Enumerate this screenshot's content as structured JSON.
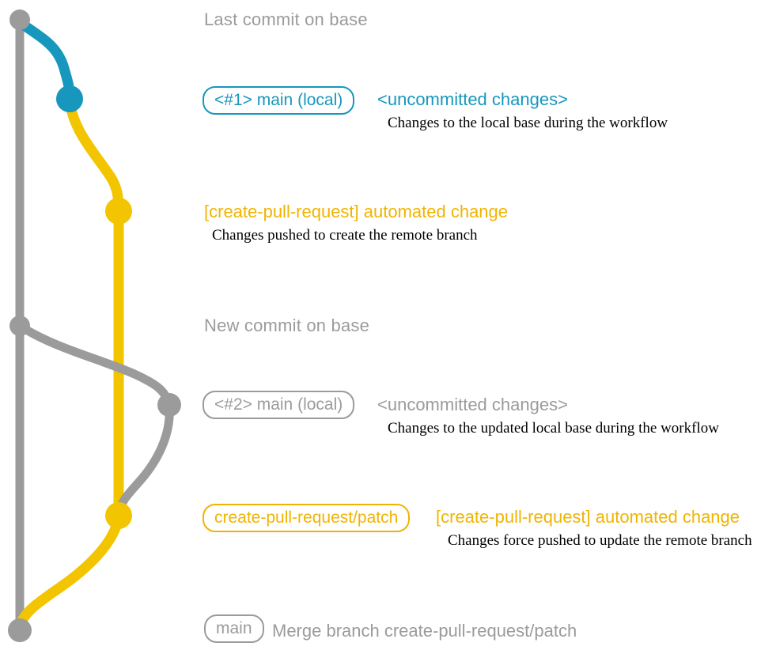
{
  "colors": {
    "base_gray": "#9B9B9B",
    "local_blue": "#1797BD",
    "patch_yellow_line": "#F2C500",
    "patch_yellow_text": "#F0B400",
    "note_black": "#000000"
  },
  "graph": {
    "branches": [
      {
        "name": "base",
        "color": "#9B9B9B"
      },
      {
        "name": "local main changes",
        "color": "#1797BD"
      },
      {
        "name": "create-pull-request/patch",
        "color": "#F2C500"
      }
    ]
  },
  "annotations": {
    "last_commit": {
      "label": "Last commit on base"
    },
    "commit1": {
      "branch_tag": "<#1> main (local)",
      "status": "<uncommitted changes>",
      "description": "Changes to the local base during the workflow"
    },
    "push1": {
      "message": "[create-pull-request] automated change",
      "description": "Changes pushed to create the remote branch"
    },
    "new_commit": {
      "label": "New commit on base"
    },
    "commit2": {
      "branch_tag": "<#2> main (local)",
      "status": "<uncommitted changes>",
      "description": "Changes to the updated local base during the workflow"
    },
    "push2": {
      "branch_tag": "create-pull-request/patch",
      "message": "[create-pull-request] automated change",
      "description": "Changes force pushed to update the remote branch"
    },
    "merge": {
      "branch_tag": "main",
      "message": "Merge branch create-pull-request/patch"
    }
  }
}
